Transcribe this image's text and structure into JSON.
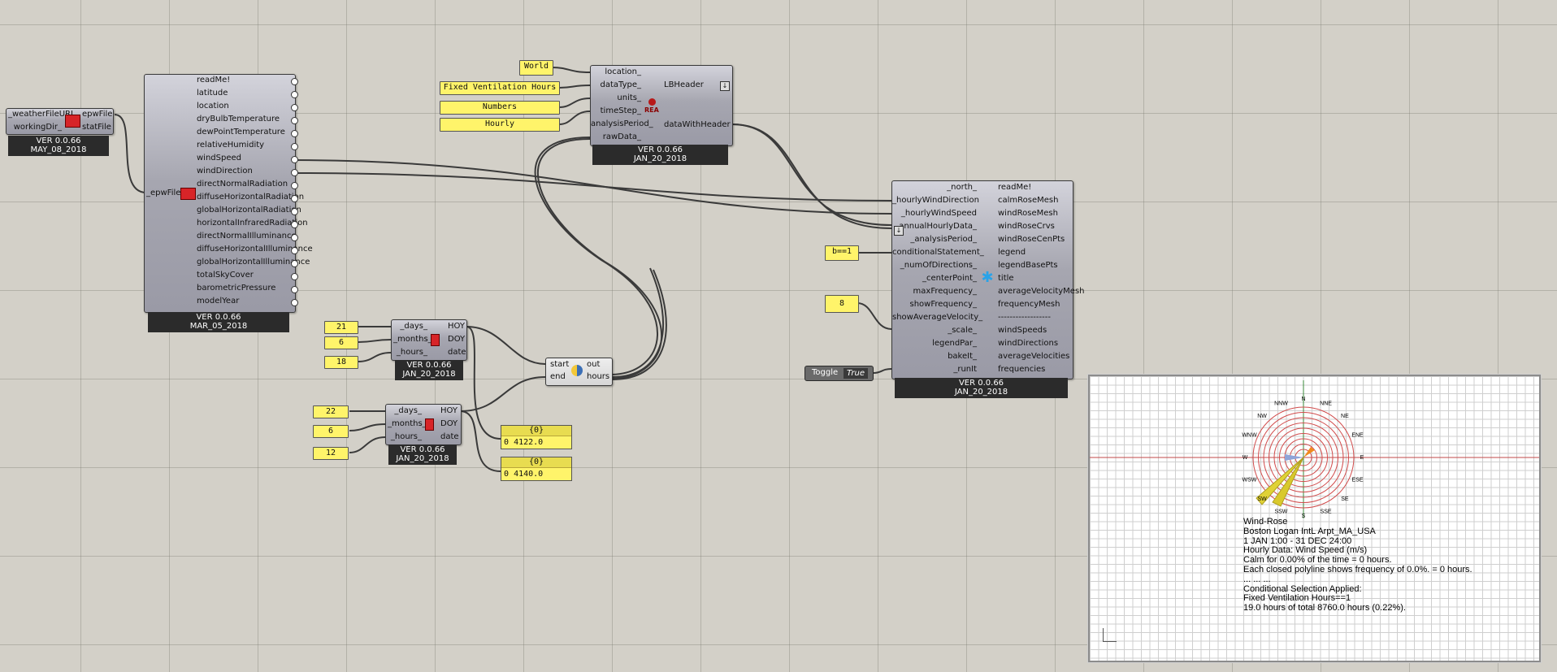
{
  "weather_comp": {
    "inputs": [
      "_weatherFileURL",
      "workingDir_"
    ],
    "outputs": [
      "epwFile",
      "statFile"
    ],
    "ver": "VER 0.0.66",
    "date": "MAY_08_2018"
  },
  "import_epw": {
    "input": "_epwFile",
    "outputs": [
      "readMe!",
      "latitude",
      "location",
      "dryBulbTemperature",
      "dewPointTemperature",
      "relativeHumidity",
      "windSpeed",
      "windDirection",
      "directNormalRadiation",
      "diffuseHorizontalRadiation",
      "globalHorizontalRadiation",
      "horizontalInfraredRadiation",
      "directNormalIlluminance",
      "diffuseHorizontalIlluminance",
      "globalHorizontalIlluminance",
      "totalSkyCover",
      "barometricPressure",
      "modelYear"
    ],
    "ver": "VER 0.0.66",
    "date": "MAR_05_2018"
  },
  "header_panels": [
    "World",
    "Fixed Ventilation Hours",
    "Numbers",
    "Hourly"
  ],
  "header_comp": {
    "inputs": [
      "location_",
      "dataType_",
      "units_",
      "timeStep_",
      "analysisPeriod_",
      "rawData_"
    ],
    "outputs": [
      "LBHeader",
      "dataWithHeader"
    ],
    "icon": "REA",
    "ver": "VER 0.0.66",
    "date": "JAN_20_2018"
  },
  "hoy1": {
    "panels": [
      "21",
      "6",
      "18"
    ],
    "inputs": [
      "_days_",
      "_months_",
      "_hours_"
    ],
    "outputs": [
      "HOY",
      "DOY",
      "date"
    ],
    "ver": "VER 0.0.66",
    "date": "JAN_20_2018"
  },
  "hoy2": {
    "panels": [
      "22",
      "6",
      "12"
    ],
    "inputs": [
      "_days_",
      "_months_",
      "_hours_"
    ],
    "outputs": [
      "HOY",
      "DOY",
      "date"
    ],
    "ver": "VER 0.0.66",
    "date": "JAN_20_2018"
  },
  "out_panels": [
    {
      "header": "{0}",
      "index": "0",
      "value": "4122.0"
    },
    {
      "header": "{0}",
      "index": "0",
      "value": "4140.0"
    }
  ],
  "python_comp": {
    "inputs": [
      "start",
      "end"
    ],
    "outputs": [
      "out",
      "hours"
    ]
  },
  "windrose_comp": {
    "inputs": [
      "_north_",
      "_hourlyWindDirection",
      "_hourlyWindSpeed",
      "annualHourlyData_",
      "_analysisPeriod_",
      "conditionalStatement_",
      "_numOfDirections_",
      "_centerPoint_",
      "maxFrequency_",
      "showFrequency_",
      "showAverageVelocity_",
      "_scale_",
      "legendPar_",
      "bakeIt_",
      "_runIt"
    ],
    "outputs": [
      "readMe!",
      "calmRoseMesh",
      "windRoseMesh",
      "windRoseCrvs",
      "windRoseCenPts",
      "legend",
      "legendBasePts",
      "title",
      "averageVelocityMesh",
      "frequencyMesh",
      "------------------",
      "windSpeeds",
      "windDirections",
      "averageVelocities",
      "frequencies"
    ],
    "ver": "VER 0.0.66",
    "date": "JAN_20_2018"
  },
  "cond_panel": "b==1",
  "num_panel": "8",
  "toggle": {
    "label": "Toggle",
    "value": "True"
  },
  "directions": [
    "N",
    "NNE",
    "NE",
    "ENE",
    "E",
    "ESE",
    "SE",
    "SSE",
    "S",
    "SSW",
    "SW",
    "WSW",
    "W",
    "WNW",
    "NW",
    "NNW"
  ],
  "viewport_text": [
    "Wind-Rose",
    "Boston Logan IntL Arpt_MA_USA",
    "1 JAN 1:00 - 31 DEC 24:00",
    "Hourly Data: Wind Speed (m/s)",
    "Calm for 0.00% of the time = 0 hours.",
    "Each closed polyline shows frequency of 0.0%. = 0 hours.",
    "...                               ...                      ...",
    "Conditional Selection Applied:",
    " Fixed Ventilation Hours==1",
    "19.0 hours of total 8760.0 hours (0.22%)."
  ],
  "colors": {
    "canvas": "#d3d0c8",
    "panel": "#fff46a",
    "component": "#a6a6b0",
    "footer": "#2b2b2b",
    "rose": "#d14c4c",
    "highlight": "#e0d236"
  }
}
